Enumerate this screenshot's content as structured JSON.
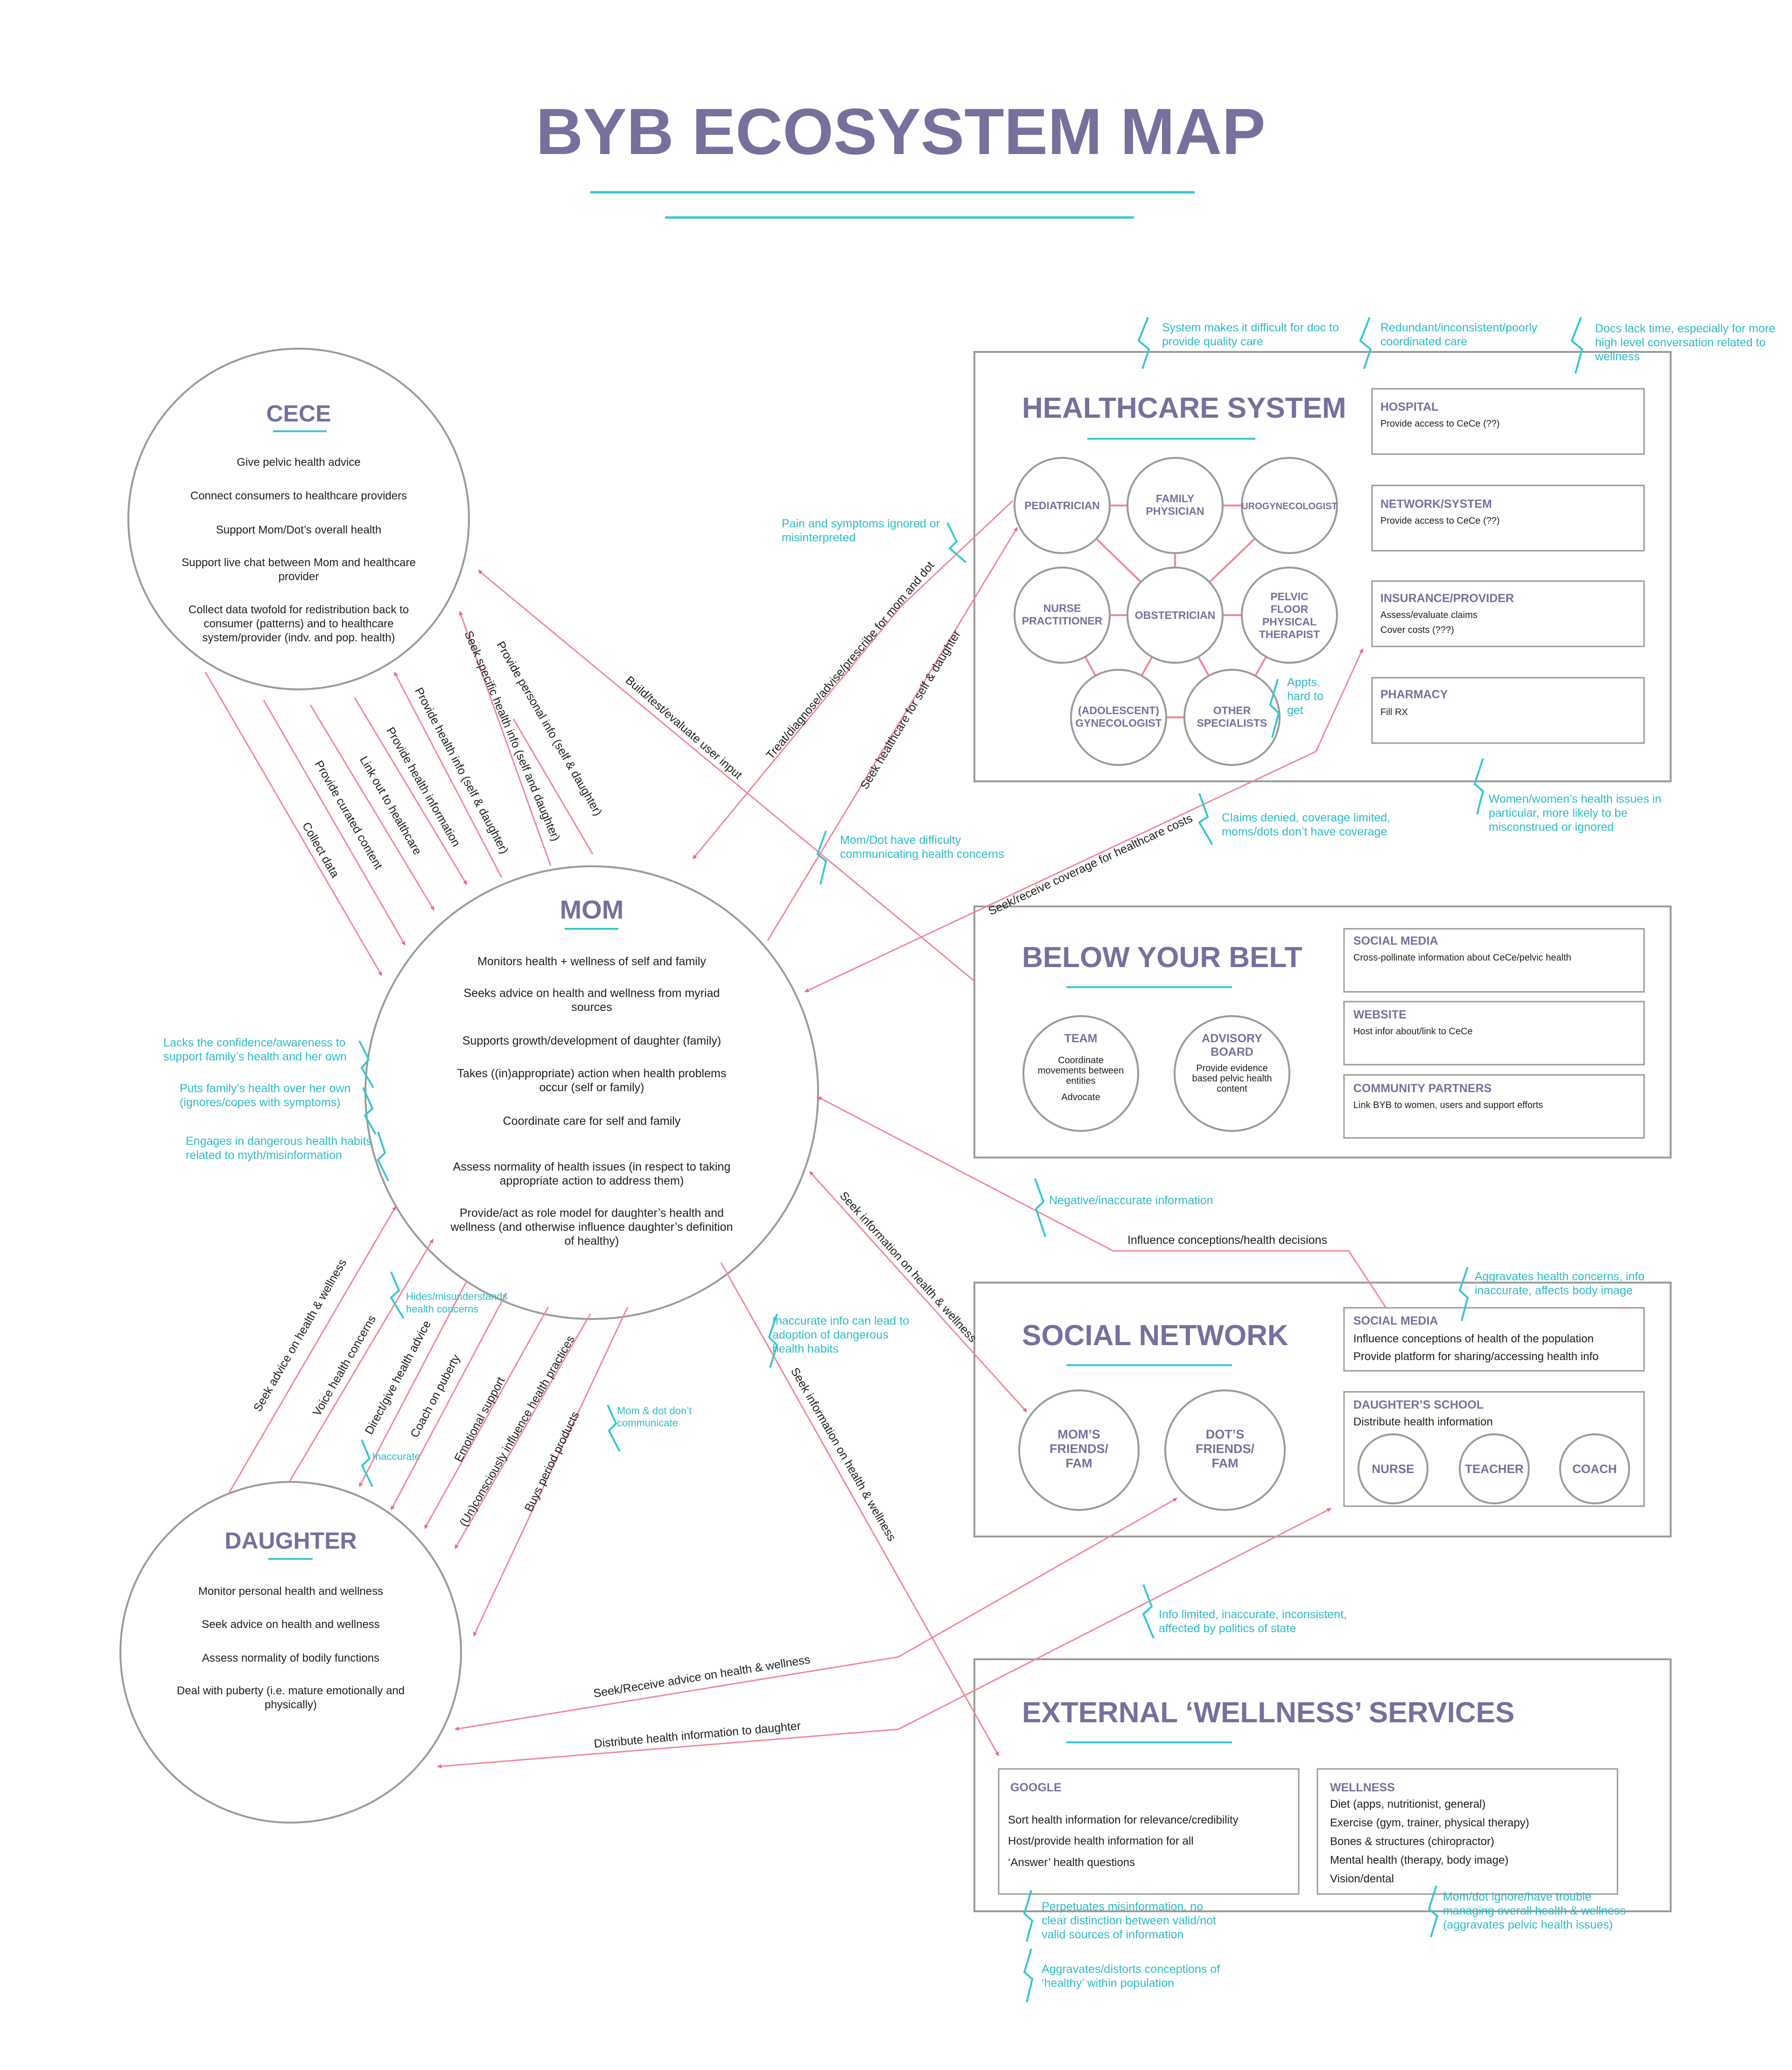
{
  "title": "BYB ECOSYSTEM MAP",
  "colors": {
    "title": "#76709c",
    "accent_teal": "#35c7cf",
    "arrow_pink": "#f28696",
    "node_border": "#9a9a9a"
  },
  "cece": {
    "title": "CECE",
    "items": [
      "Give pelvic health advice",
      "Connect consumers to healthcare providers",
      "Support Mom/Dot’s overall health",
      "Support live chat between Mom and healthcare provider",
      "Collect data twofold for redistribution back to consumer (patterns) and to healthcare system/provider (indv. and pop. health)"
    ]
  },
  "mom": {
    "title": "MOM",
    "items": [
      "Monitors health + wellness of self and family",
      "Seeks advice on health and wellness from myriad sources",
      "Supports growth/development of daughter (family)",
      "Takes ((in)appropriate) action when health problems occur (self or family)",
      "Coordinate care for self and family",
      "Assess normality of health issues (in respect to taking appropriate action to address them)",
      "Provide/act as role model for daughter’s health and wellness (and otherwise influence daughter’s definition of healthy)"
    ]
  },
  "daughter": {
    "title": "DAUGHTER",
    "items": [
      "Monitor personal health and wellness",
      "Seek advice on health and wellness",
      "Assess normality of bodily functions",
      "Deal with puberty (i.e. mature emotionally and physically)"
    ]
  },
  "healthcare": {
    "title": "HEALTHCARE SYSTEM",
    "nodes": [
      "PEDIATRICIAN",
      "FAMILY PHYSICIAN",
      "UROGYNECOLOGIST",
      "NURSE PRACTITIONER",
      "OBSTETRICIAN",
      "PELVIC FLOOR PHYSICAL THERAPIST",
      "(ADOLESCENT) GYNECOLOGIST",
      "OTHER SPECIALISTS"
    ],
    "boxes": [
      {
        "title": "HOSPITAL",
        "lines": [
          "Provide access to CeCe (??)"
        ]
      },
      {
        "title": "NETWORK/SYSTEM",
        "lines": [
          "Provide access to CeCe (??)"
        ]
      },
      {
        "title": "INSURANCE/PROVIDER",
        "lines": [
          "Assess/evaluate claims",
          "Cover costs (???)"
        ]
      },
      {
        "title": "PHARMACY",
        "lines": [
          "Fill RX"
        ]
      }
    ]
  },
  "byb": {
    "title": "BELOW YOUR BELT",
    "team": {
      "title": "TEAM",
      "lines": [
        "Coordinate",
        "movements between",
        "entities",
        "Advocate"
      ]
    },
    "advisory": {
      "title": "ADVISORY BOARD",
      "lines": [
        "Provide evidence",
        "based pelvic health",
        "content"
      ]
    },
    "boxes": [
      {
        "title": "SOCIAL MEDIA",
        "lines": [
          "Cross-pollinate information about CeCe/pelvic health"
        ]
      },
      {
        "title": "WEBSITE",
        "lines": [
          "Host infor about/link to CeCe"
        ]
      },
      {
        "title": "COMMUNITY PARTNERS",
        "lines": [
          "Link BYB to women, users and support efforts"
        ]
      }
    ]
  },
  "social": {
    "title": "SOCIAL NETWORK",
    "circles": [
      "MOM’S FRIENDS/ FAM",
      "DOT’S FRIENDS/ FAM"
    ],
    "media": {
      "title": "SOCIAL MEDIA",
      "lines": [
        "Influence conceptions of health of the population",
        "Provide platform for sharing/accessing health info"
      ]
    },
    "school": {
      "title": "DAUGHTER’S SCHOOL",
      "subtitle": "Distribute health information",
      "members": [
        "NURSE",
        "TEACHER",
        "COACH"
      ]
    }
  },
  "external": {
    "title": "EXTERNAL ‘WELLNESS’ SERVICES",
    "google": {
      "title": "GOOGLE",
      "lines": [
        "Sort health information for relevance/credibility",
        "Host/provide health information for all",
        "‘Answer’ health questions"
      ]
    },
    "wellness": {
      "title": "WELLNESS",
      "lines": [
        "Diet (apps, nutritionist, general)",
        "Exercise (gym, trainer, physical therapy)",
        "Bones & structures (chiropractor)",
        "Mental health (therapy, body image)",
        "Vision/dental"
      ]
    }
  },
  "arrow_labels": {
    "cece_mom": [
      "Collect data",
      "Provide curated content",
      "Link out to healthcare",
      "Provide health information",
      "Provide health info (self & daughter)",
      "Seek specific health info (self and daughter)",
      "Provide personal info (self & daughter)"
    ],
    "build": "Build/test/evaluate user input",
    "treat": "Treat/diagnose/advise/prescribe for mom and dot",
    "seek_hc": "Seek healthcare for self & daughter",
    "coverage": "Seek/receive coverage for healthcare costs",
    "influence": "Influence conceptions/health decisions",
    "seek_info_social": "Seek information on health & wellness",
    "seek_info_ext": "Seek information on health & wellness",
    "mom_daughter": [
      "Seek advice on health & wellness",
      "Voice health concerns",
      "Direct/give health advice",
      "Coach on puberty",
      "Emotional support",
      "(Un)consciously influence health practices",
      "Buys period products"
    ],
    "seek_receive": "Seek/Receive advice on health & wellness",
    "distribute": "Distribute health information to daughter"
  },
  "pain_points": [
    [
      "System makes it difficult for doc to",
      "provide quality care"
    ],
    [
      "Redundant/inconsistent/poorly",
      "coordinated care"
    ],
    [
      "Docs lack time, especially for more",
      "high level conversation related to",
      "wellness"
    ],
    [
      "Pain and symptoms ignored or",
      "misinterpreted"
    ],
    [
      "Appts.",
      "hard to",
      "get"
    ],
    [
      "Claims denied, coverage limited,",
      "moms/dots don’t have coverage"
    ],
    [
      "Women/women’s health issues in",
      "particular, more likely to be",
      "misconstrued or ignored"
    ],
    [
      "Mom/Dot have difficulty",
      "communicating health concerns"
    ],
    [
      "Lacks the confidence/awareness to",
      "support family’s health and her own"
    ],
    [
      "Puts family’s health over her own",
      "(ignores/copes with symptoms)"
    ],
    [
      "Engages in dangerous health habits",
      "related to myth/misinformation"
    ],
    [
      "Negative/inaccurate information"
    ],
    [
      "Aggravates health concerns, info",
      "inaccurate, affects body image"
    ],
    [
      "Hides/misunderstands",
      "health concerns"
    ],
    [
      "Inaccurate info can lead to",
      "adoption of dangerous",
      "health habits"
    ],
    [
      "Mom & dot don’t",
      "communicate"
    ],
    [
      "Inaccurate"
    ],
    [
      "Info limited, inaccurate, inconsistent,",
      "affected by politics of state"
    ],
    [
      "Perpetuates misinformation, no",
      "clear distinction between valid/not",
      "valid sources of information"
    ],
    [
      "Aggravates/distorts conceptions of",
      "‘healthy’ within population"
    ],
    [
      "Mom/dot ignore/have trouble",
      "managing overall health & wellness",
      "(aggravates pelvic health issues)"
    ]
  ]
}
